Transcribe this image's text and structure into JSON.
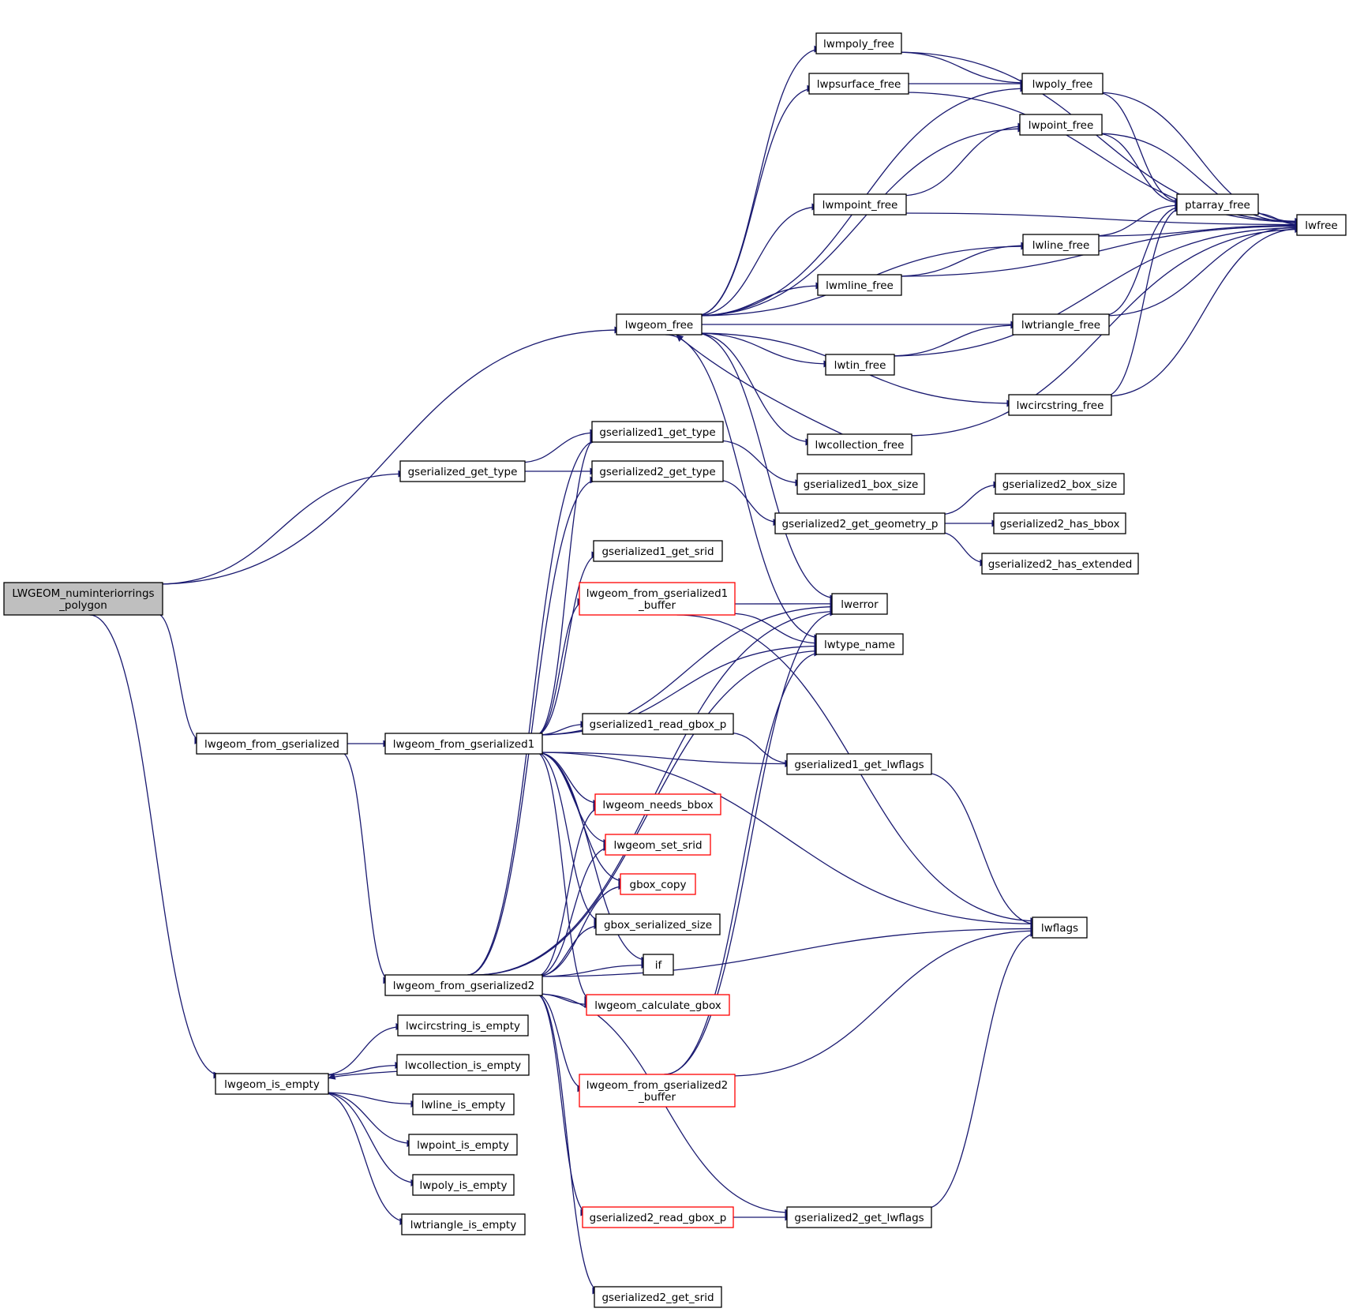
{
  "diagram": {
    "nodes": [
      {
        "id": "root",
        "lines": [
          "LWGEOM_numinteriorrings",
          "_polygon"
        ],
        "style": "root"
      },
      {
        "id": "lwgeom_free",
        "lines": [
          "lwgeom_free"
        ]
      },
      {
        "id": "gserialized_get_type",
        "lines": [
          "gserialized_get_type"
        ]
      },
      {
        "id": "lwgeom_from_gserialized",
        "lines": [
          "lwgeom_from_gserialized"
        ]
      },
      {
        "id": "lwgeom_is_empty",
        "lines": [
          "lwgeom_is_empty"
        ]
      },
      {
        "id": "lwmpoly_free",
        "lines": [
          "lwmpoly_free"
        ]
      },
      {
        "id": "lwpsurface_free",
        "lines": [
          "lwpsurface_free"
        ]
      },
      {
        "id": "lwpoly_free",
        "lines": [
          "lwpoly_free"
        ]
      },
      {
        "id": "lwpoint_free",
        "lines": [
          "lwpoint_free"
        ]
      },
      {
        "id": "lwmpoint_free",
        "lines": [
          "lwmpoint_free"
        ]
      },
      {
        "id": "ptarray_free",
        "lines": [
          "ptarray_free"
        ]
      },
      {
        "id": "lwfree",
        "lines": [
          "lwfree"
        ]
      },
      {
        "id": "lwline_free",
        "lines": [
          "lwline_free"
        ]
      },
      {
        "id": "lwmline_free",
        "lines": [
          "lwmline_free"
        ]
      },
      {
        "id": "lwtriangle_free",
        "lines": [
          "lwtriangle_free"
        ]
      },
      {
        "id": "lwtin_free",
        "lines": [
          "lwtin_free"
        ]
      },
      {
        "id": "lwcircstring_free",
        "lines": [
          "lwcircstring_free"
        ]
      },
      {
        "id": "lwcollection_free",
        "lines": [
          "lwcollection_free"
        ]
      },
      {
        "id": "gserialized1_get_type",
        "lines": [
          "gserialized1_get_type"
        ]
      },
      {
        "id": "gserialized2_get_type",
        "lines": [
          "gserialized2_get_type"
        ]
      },
      {
        "id": "gserialized1_box_size",
        "lines": [
          "gserialized1_box_size"
        ]
      },
      {
        "id": "gserialized2_box_size",
        "lines": [
          "gserialized2_box_size"
        ]
      },
      {
        "id": "gserialized2_get_geometry_p",
        "lines": [
          "gserialized2_get_geometry_p"
        ]
      },
      {
        "id": "gserialized2_has_bbox",
        "lines": [
          "gserialized2_has_bbox"
        ]
      },
      {
        "id": "gserialized2_has_extended",
        "lines": [
          "gserialized2_has_extended"
        ]
      },
      {
        "id": "gserialized1_get_srid",
        "lines": [
          "gserialized1_get_srid"
        ]
      },
      {
        "id": "lwgeom_from_gserialized1_buffer",
        "lines": [
          "lwgeom_from_gserialized1",
          "_buffer"
        ],
        "style": "red"
      },
      {
        "id": "lwerror",
        "lines": [
          "lwerror"
        ]
      },
      {
        "id": "lwtype_name",
        "lines": [
          "lwtype_name"
        ]
      },
      {
        "id": "lwgeom_from_gserialized1",
        "lines": [
          "lwgeom_from_gserialized1"
        ]
      },
      {
        "id": "gserialized1_read_gbox_p",
        "lines": [
          "gserialized1_read_gbox_p"
        ]
      },
      {
        "id": "gserialized1_get_lwflags",
        "lines": [
          "gserialized1_get_lwflags"
        ]
      },
      {
        "id": "lwgeom_needs_bbox",
        "lines": [
          "lwgeom_needs_bbox"
        ],
        "style": "red"
      },
      {
        "id": "lwgeom_set_srid",
        "lines": [
          "lwgeom_set_srid"
        ],
        "style": "red"
      },
      {
        "id": "gbox_copy",
        "lines": [
          "gbox_copy"
        ],
        "style": "red"
      },
      {
        "id": "gbox_serialized_size",
        "lines": [
          "gbox_serialized_size"
        ]
      },
      {
        "id": "lwflags",
        "lines": [
          "lwflags"
        ]
      },
      {
        "id": "if",
        "lines": [
          "if"
        ]
      },
      {
        "id": "lwgeom_from_gserialized2",
        "lines": [
          "lwgeom_from_gserialized2"
        ]
      },
      {
        "id": "lwgeom_calculate_gbox",
        "lines": [
          "lwgeom_calculate_gbox"
        ],
        "style": "red"
      },
      {
        "id": "lwcircstring_is_empty",
        "lines": [
          "lwcircstring_is_empty"
        ]
      },
      {
        "id": "lwcollection_is_empty",
        "lines": [
          "lwcollection_is_empty"
        ]
      },
      {
        "id": "lwgeom_from_gserialized2_buffer",
        "lines": [
          "lwgeom_from_gserialized2",
          "_buffer"
        ],
        "style": "red"
      },
      {
        "id": "lwline_is_empty",
        "lines": [
          "lwline_is_empty"
        ]
      },
      {
        "id": "lwpoint_is_empty",
        "lines": [
          "lwpoint_is_empty"
        ]
      },
      {
        "id": "lwpoly_is_empty",
        "lines": [
          "lwpoly_is_empty"
        ]
      },
      {
        "id": "lwtriangle_is_empty",
        "lines": [
          "lwtriangle_is_empty"
        ]
      },
      {
        "id": "gserialized2_read_gbox_p",
        "lines": [
          "gserialized2_read_gbox_p"
        ],
        "style": "red"
      },
      {
        "id": "gserialized2_get_lwflags",
        "lines": [
          "gserialized2_get_lwflags"
        ]
      },
      {
        "id": "gserialized2_get_srid",
        "lines": [
          "gserialized2_get_srid"
        ]
      }
    ],
    "edges": [
      [
        "root",
        "lwgeom_free"
      ],
      [
        "root",
        "gserialized_get_type"
      ],
      [
        "root",
        "lwgeom_from_gserialized"
      ],
      [
        "root",
        "lwgeom_is_empty"
      ],
      [
        "lwgeom_free",
        "lwmpoly_free"
      ],
      [
        "lwgeom_free",
        "lwpsurface_free"
      ],
      [
        "lwgeom_free",
        "lwpoly_free"
      ],
      [
        "lwgeom_free",
        "lwpoint_free"
      ],
      [
        "lwgeom_free",
        "lwmpoint_free"
      ],
      [
        "lwgeom_free",
        "lwline_free"
      ],
      [
        "lwgeom_free",
        "lwmline_free"
      ],
      [
        "lwgeom_free",
        "lwtriangle_free"
      ],
      [
        "lwgeom_free",
        "lwtin_free"
      ],
      [
        "lwgeom_free",
        "lwcircstring_free"
      ],
      [
        "lwgeom_free",
        "lwcollection_free"
      ],
      [
        "lwgeom_free",
        "lwerror"
      ],
      [
        "lwgeom_free",
        "lwtype_name"
      ],
      [
        "lwmpoly_free",
        "lwpoly_free"
      ],
      [
        "lwmpoly_free",
        "lwfree"
      ],
      [
        "lwpsurface_free",
        "lwpoly_free"
      ],
      [
        "lwpsurface_free",
        "lwfree"
      ],
      [
        "lwpoly_free",
        "ptarray_free"
      ],
      [
        "lwpoly_free",
        "lwfree"
      ],
      [
        "lwpoint_free",
        "ptarray_free"
      ],
      [
        "lwpoint_free",
        "lwfree"
      ],
      [
        "lwmpoint_free",
        "lwpoint_free"
      ],
      [
        "lwmpoint_free",
        "lwfree"
      ],
      [
        "ptarray_free",
        "lwfree"
      ],
      [
        "lwline_free",
        "ptarray_free"
      ],
      [
        "lwline_free",
        "lwfree"
      ],
      [
        "lwmline_free",
        "lwline_free"
      ],
      [
        "lwmline_free",
        "lwfree"
      ],
      [
        "lwtriangle_free",
        "ptarray_free"
      ],
      [
        "lwtriangle_free",
        "lwfree"
      ],
      [
        "lwtin_free",
        "lwtriangle_free"
      ],
      [
        "lwtin_free",
        "lwfree"
      ],
      [
        "lwcircstring_free",
        "ptarray_free"
      ],
      [
        "lwcircstring_free",
        "lwfree"
      ],
      [
        "lwcollection_free",
        "lwgeom_free"
      ],
      [
        "lwcollection_free",
        "lwfree"
      ],
      [
        "gserialized_get_type",
        "gserialized1_get_type"
      ],
      [
        "gserialized_get_type",
        "gserialized2_get_type"
      ],
      [
        "gserialized1_get_type",
        "gserialized1_box_size"
      ],
      [
        "gserialized2_get_type",
        "gserialized2_get_geometry_p"
      ],
      [
        "gserialized2_get_geometry_p",
        "gserialized2_box_size"
      ],
      [
        "gserialized2_get_geometry_p",
        "gserialized2_has_bbox"
      ],
      [
        "gserialized2_get_geometry_p",
        "gserialized2_has_extended"
      ],
      [
        "lwgeom_from_gserialized",
        "lwgeom_from_gserialized1"
      ],
      [
        "lwgeom_from_gserialized",
        "lwgeom_from_gserialized2"
      ],
      [
        "lwgeom_from_gserialized1",
        "gserialized1_get_type"
      ],
      [
        "lwgeom_from_gserialized1",
        "gserialized1_get_srid"
      ],
      [
        "lwgeom_from_gserialized1",
        "lwgeom_from_gserialized1_buffer"
      ],
      [
        "lwgeom_from_gserialized1",
        "lwerror"
      ],
      [
        "lwgeom_from_gserialized1",
        "lwtype_name"
      ],
      [
        "lwgeom_from_gserialized1",
        "lwflags"
      ],
      [
        "lwgeom_from_gserialized1",
        "gserialized1_read_gbox_p"
      ],
      [
        "lwgeom_from_gserialized1",
        "gserialized1_get_lwflags"
      ],
      [
        "lwgeom_from_gserialized1",
        "lwgeom_needs_bbox"
      ],
      [
        "lwgeom_from_gserialized1",
        "lwgeom_set_srid"
      ],
      [
        "lwgeom_from_gserialized1",
        "gbox_copy"
      ],
      [
        "lwgeom_from_gserialized1",
        "gbox_serialized_size"
      ],
      [
        "lwgeom_from_gserialized1",
        "if"
      ],
      [
        "lwgeom_from_gserialized1",
        "lwgeom_calculate_gbox"
      ],
      [
        "lwgeom_from_gserialized1_buffer",
        "lwerror"
      ],
      [
        "lwgeom_from_gserialized1_buffer",
        "lwtype_name"
      ],
      [
        "lwgeom_from_gserialized1_buffer",
        "lwflags"
      ],
      [
        "gserialized1_read_gbox_p",
        "gserialized1_get_lwflags"
      ],
      [
        "gserialized1_get_lwflags",
        "lwflags"
      ],
      [
        "lwgeom_from_gserialized2",
        "gserialized2_get_type"
      ],
      [
        "lwgeom_from_gserialized2",
        "gserialized1_get_type"
      ],
      [
        "lwgeom_from_gserialized2",
        "lwgeom_needs_bbox"
      ],
      [
        "lwgeom_from_gserialized2",
        "lwgeom_set_srid"
      ],
      [
        "lwgeom_from_gserialized2",
        "gbox_copy"
      ],
      [
        "lwgeom_from_gserialized2",
        "gbox_serialized_size"
      ],
      [
        "lwgeom_from_gserialized2",
        "if"
      ],
      [
        "lwgeom_from_gserialized2",
        "lwgeom_calculate_gbox"
      ],
      [
        "lwgeom_from_gserialized2",
        "lwgeom_from_gserialized2_buffer"
      ],
      [
        "lwgeom_from_gserialized2",
        "lwerror"
      ],
      [
        "lwgeom_from_gserialized2",
        "lwtype_name"
      ],
      [
        "lwgeom_from_gserialized2",
        "lwflags"
      ],
      [
        "lwgeom_from_gserialized2",
        "gserialized2_read_gbox_p"
      ],
      [
        "lwgeom_from_gserialized2",
        "gserialized2_get_lwflags"
      ],
      [
        "lwgeom_from_gserialized2",
        "gserialized2_get_srid"
      ],
      [
        "lwgeom_from_gserialized2_buffer",
        "lwerror"
      ],
      [
        "lwgeom_from_gserialized2_buffer",
        "lwtype_name"
      ],
      [
        "lwgeom_from_gserialized2_buffer",
        "lwflags"
      ],
      [
        "gserialized2_read_gbox_p",
        "gserialized2_get_lwflags"
      ],
      [
        "gserialized2_get_lwflags",
        "lwflags"
      ],
      [
        "lwgeom_is_empty",
        "lwcircstring_is_empty"
      ],
      [
        "lwgeom_is_empty",
        "lwcollection_is_empty"
      ],
      [
        "lwgeom_is_empty",
        "lwline_is_empty"
      ],
      [
        "lwgeom_is_empty",
        "lwpoint_is_empty"
      ],
      [
        "lwgeom_is_empty",
        "lwpoly_is_empty"
      ],
      [
        "lwgeom_is_empty",
        "lwtriangle_is_empty"
      ],
      [
        "lwcollection_is_empty",
        "lwgeom_is_empty"
      ]
    ]
  }
}
